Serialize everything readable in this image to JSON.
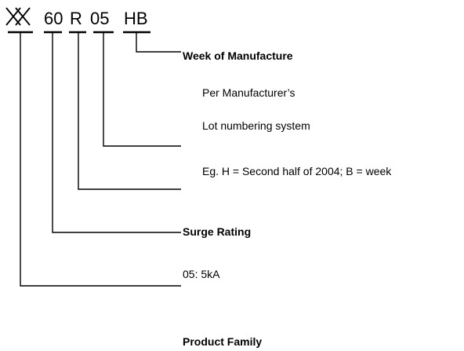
{
  "code": {
    "logo_icon": "double-x-logo-icon",
    "seg_surge": "60",
    "seg_r": "R",
    "seg_05": "05",
    "seg_hb": "HB"
  },
  "labels": {
    "week_title": "Week of Manufacture",
    "week_line1": "Per Manufacturer’s",
    "week_line2": "Lot numbering system",
    "week_line3": "Eg. H = Second half of 2004; B = week",
    "surge_title": "Surge Rating",
    "surge_value": "05: 5kA",
    "family_title": "Product Family"
  }
}
